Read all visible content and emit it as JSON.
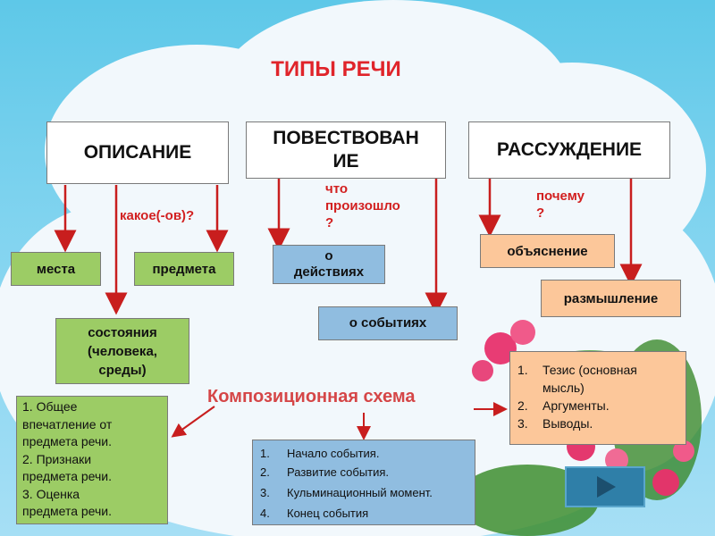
{
  "title": "ТИПЫ РЕЧИ",
  "headers": {
    "description": "ОПИСАНИЕ",
    "narration_line1": "ПОВЕСТВОВАН",
    "narration_line2": "ИЕ",
    "reasoning": "РАССУЖДЕНИЕ"
  },
  "questions": {
    "description": "какое(-ов)?",
    "narration_line1": "что",
    "narration_line2": "произошло",
    "narration_line3": "?",
    "reasoning_line1": "почему",
    "reasoning_line2": "?"
  },
  "description_items": {
    "place": "места",
    "object": "предмета",
    "state_line1": "состояния",
    "state_line2": "(человека,",
    "state_line3": "среды)"
  },
  "narration_items": {
    "actions_line1": "о",
    "actions_line2": "действиях",
    "events": "о событиях"
  },
  "reasoning_items": {
    "explanation": "объяснение",
    "reflection": "размышление"
  },
  "composition_title": "Композиционная схема",
  "description_scheme": [
    "1. Общее",
    "впечатление от",
    "предмета речи.",
    "2. Признаки",
    "предмета речи.",
    "3. Оценка",
    "предмета речи."
  ],
  "narration_scheme": [
    {
      "num": "1.",
      "text": "Начало события."
    },
    {
      "num": "2.",
      "text": "Развитие события."
    },
    {
      "num": "3.",
      "text": "Кульминационный момент."
    },
    {
      "num": "4.",
      "text": "Конец события"
    }
  ],
  "reasoning_scheme": [
    {
      "num": "1.",
      "text_line1": "Тезис (основная",
      "text_line2": "мысль)"
    },
    {
      "num": "2.",
      "text_line1": "Аргументы."
    },
    {
      "num": "3.",
      "text_line1": "Выводы."
    }
  ],
  "colors": {
    "accent_red": "#d22020",
    "arrow": "#c81e1e",
    "green_box": "#9ccc65",
    "blue_box": "#90bde0",
    "orange_box": "#fcc79a"
  },
  "icons": {
    "play": "play-icon"
  }
}
